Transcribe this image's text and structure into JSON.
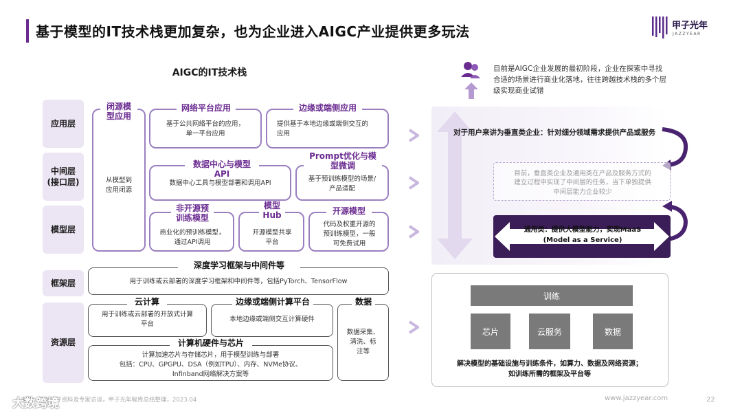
{
  "header": {
    "title": "基于模型的IT技术栈更加复杂，也为企业进入AIGC产业提供更多玩法",
    "logo_text": "甲子光年",
    "logo_sub": "JAZZYEAR"
  },
  "stack": {
    "title": "AIGC的IT技术栈",
    "layers": [
      "应用层",
      "中间层\n(接口层)",
      "模型层",
      "框架层",
      "资源层"
    ],
    "closed_model_app": {
      "title": "闭源模\n型应用",
      "desc": "从模型到\n应用闭源"
    },
    "network_app": {
      "title": "网络平台应用",
      "desc": "基于公共网络平台的应用，\n单一平台应用"
    },
    "edge_app": {
      "title": "边缘或端侧应用",
      "desc": "提供基于本地边缘或端侧交互的\n应用"
    },
    "dc_api": {
      "title": "数据中心与模型API",
      "desc": "数据中心工具与模型部署和调用API"
    },
    "prompt": {
      "title": "Prompt优化与模\n型微调",
      "desc": "基于预训练模型的场景/\n产品适配"
    },
    "closed_pretrain": {
      "title": "非开源预\n训练模型",
      "desc": "商业化的预训练模型，\n通过API调用"
    },
    "model_hub": {
      "title": "模型\nHub",
      "desc": "开源模型共享\n平台"
    },
    "open_model": {
      "title": "开源模型",
      "desc": "代码及权重开源的\n预训练模型，一般\n可免费试用"
    },
    "framework": {
      "title": "深度学习框架与中间件等",
      "desc": "用于训练或云部署的深度学习框架和中间件等，包括PyTorch、TensorFlow"
    },
    "cloud": {
      "title": "云计算",
      "desc": "用于训练或云部署的开放式计算\n平台"
    },
    "edge_compute": {
      "title": "边缘或端侧计算平台",
      "desc": "本地边缘或端侧交互计算硬件"
    },
    "data": {
      "title": "数据",
      "desc": "数据采集、\n清洗、标\n注等"
    },
    "hardware": {
      "title": "计算机硬件与芯片",
      "desc": "计算加速芯片与存储芯片，用于模型训练与部署\n包括：CPU、GPGPU、DSA（例如TPU）、内存、NVMe协议、\nInfinband网络解决方案等"
    }
  },
  "right": {
    "stage_note": "目前是AIGC企业发展的最初阶段，企业在探索中寻找\n合适的场景进行商业化落地，往往跨越技术栈的多个层\n级实现商业试错",
    "vertical": "对于用户来讲为垂直类企业：针对细分领域需求提供产品或服务",
    "middle_note": "目前，垂直类企业及通用类在产品及服务方式的\n建立过程中实现了中间层的任务，当下单独提供\n中间层能力企业较少",
    "maas": "通用类：提供大模型能力，实现MaaS\n(Model as a Service)",
    "train": "训练",
    "chip": "芯片",
    "cloud_service": "云服务",
    "data": "数据",
    "infra_caption": "解决模型的基础设施与训练条件，如算力、数据及网络资源；\n如训练所需的框架及平台等"
  },
  "footer": {
    "source": "来源：根据公开资料及专家访谈，甲子光年智库总结整理，2023.04",
    "url": "www.jazzyear.com",
    "page": "22",
    "watermark": "大数跨境"
  },
  "colors": {
    "brand_purple": "#6b2c91",
    "box_border": "#9a7fc0",
    "layer_bg": "#ece5f3",
    "maas_dark": "#3b1d58"
  }
}
